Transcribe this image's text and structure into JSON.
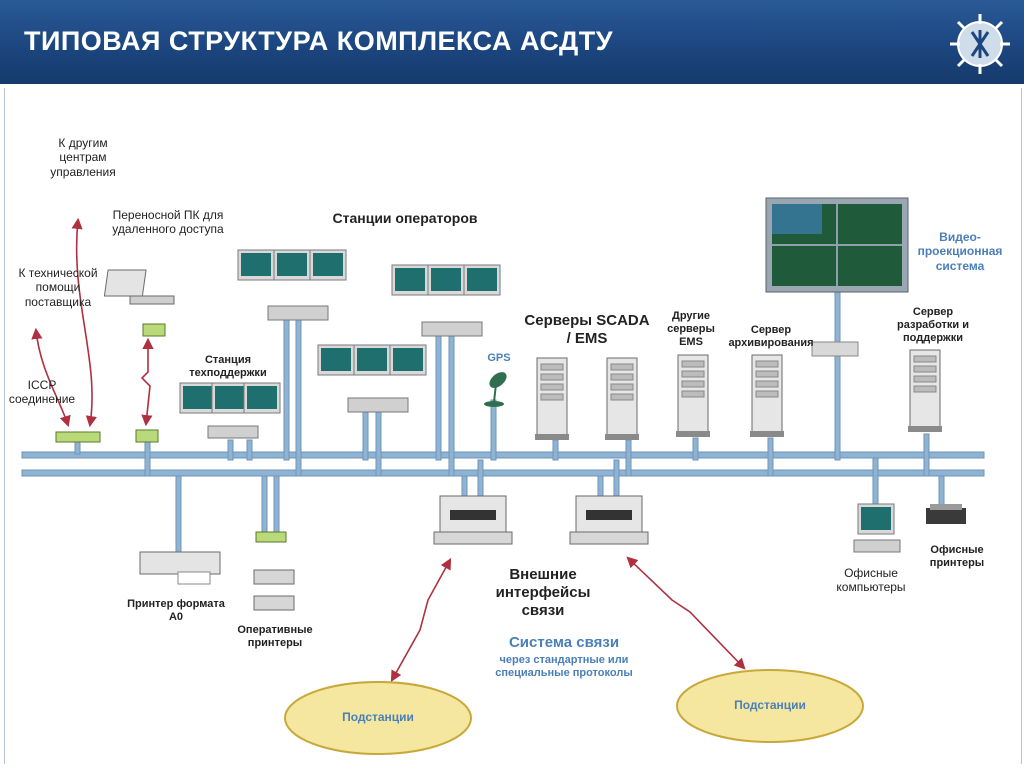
{
  "header": {
    "title": "ТИПОВАЯ СТРУКТУРА КОМПЛЕКСА АСДТУ"
  },
  "labels": {
    "other_centers": "К другим центрам управления",
    "tech_support_vendor": "К технической помощи поставщика",
    "iccp": "ICCP соединение",
    "laptop": "Переносной ПК для удаленного доступа",
    "operator_stations": "Станции операторов",
    "support_station": "Станция техподдержки",
    "gps": "GPS",
    "scada_servers": "Серверы SCADA / EMS",
    "other_ems": "Другие серверы EMS",
    "archive_server": "Сервер архивирования",
    "video_system": "Видео-проекционная система",
    "dev_server": "Сервер разработки и поддержки",
    "printer_a0": "Принтер формата А0",
    "op_printers": "Оперативные принтеры",
    "ext_interfaces": "Внешние интерфейсы связи",
    "comm_system": "Система связи",
    "comm_protocols": "через стандартные или специальные протоколы",
    "office_pcs": "Офисные компьютеры",
    "office_printers": "Офисные принтеры",
    "substations_left": "Подстанции",
    "substations_right": "Подстанции"
  },
  "colors": {
    "header": "#1c4680",
    "bus": "#8fb3d3",
    "bus_stroke": "#6f95b8",
    "link_arrow": "#b03040",
    "ellipse_fill": "#f5e7a0",
    "ellipse_stroke": "#c9a83a",
    "accent_text": "#4a7fb8"
  }
}
